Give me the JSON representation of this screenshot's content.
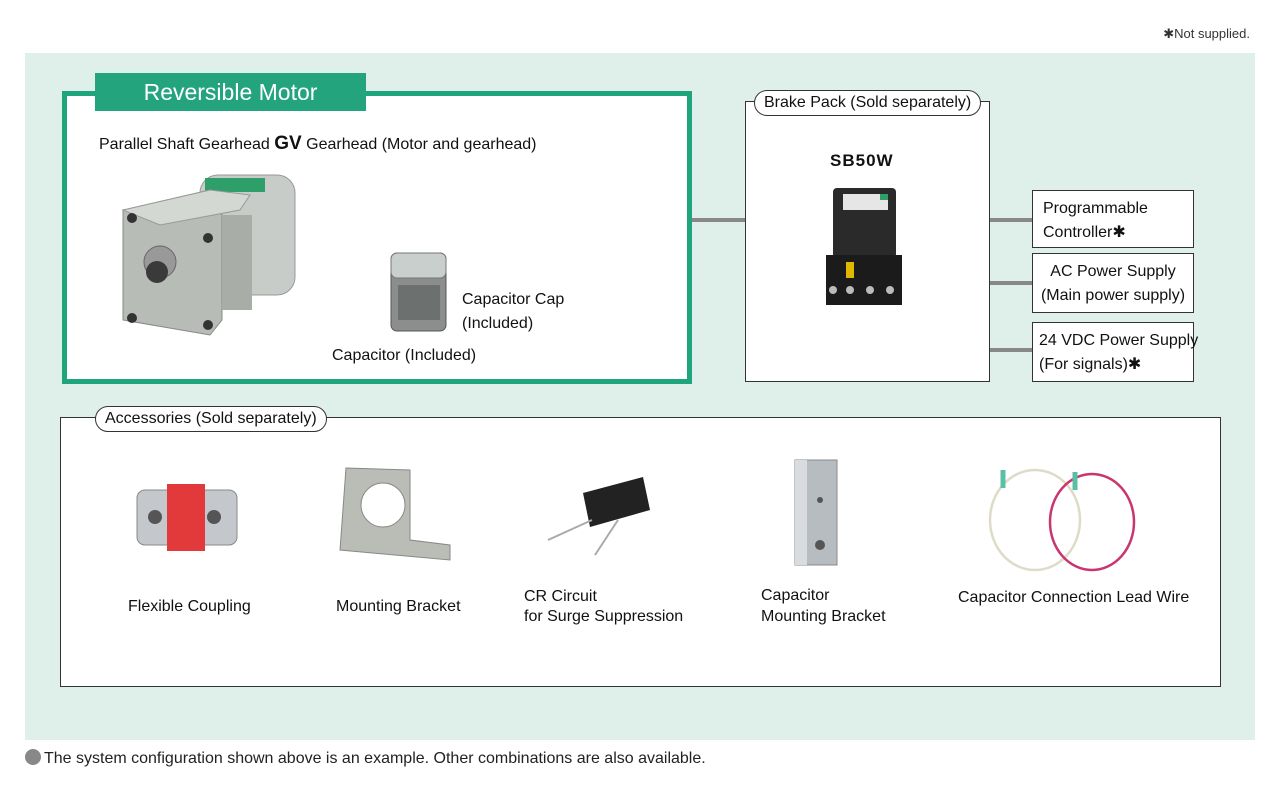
{
  "note": "✱Not supplied.",
  "motor": {
    "title": "Reversible Motor",
    "subtitle_pre": "Parallel Shaft Gearhead ",
    "subtitle_gv": "GV",
    "subtitle_post": " Gearhead (Motor and gearhead)",
    "capacitor_cap_line1": "Capacitor Cap",
    "capacitor_cap_line2": "(Included)",
    "capacitor": "Capacitor (Included)"
  },
  "brake": {
    "title": "Brake Pack (Sold separately)",
    "model": "SB50W"
  },
  "outputs": [
    {
      "line1": "Programmable",
      "line2": "Controller✱"
    },
    {
      "line1": "AC Power Supply",
      "line2": "(Main power supply)"
    },
    {
      "line1": "24 VDC Power Supply",
      "line2": "(For signals)✱"
    }
  ],
  "accessories": {
    "title": "Accessories (Sold separately)",
    "items": [
      {
        "line1": "Flexible Coupling",
        "line2": ""
      },
      {
        "line1": "Mounting Bracket",
        "line2": ""
      },
      {
        "line1": "CR Circuit",
        "line2": "for Surge Suppression"
      },
      {
        "line1": "Capacitor",
        "line2": "Mounting Bracket"
      },
      {
        "line1": "Capacitor Connection Lead Wire",
        "line2": ""
      }
    ]
  },
  "footer": "The system configuration shown above is an example. Other combinations are also available.",
  "colors": {
    "accent": "#1fa57c",
    "background": "#dff0ea",
    "line": "#888888"
  }
}
